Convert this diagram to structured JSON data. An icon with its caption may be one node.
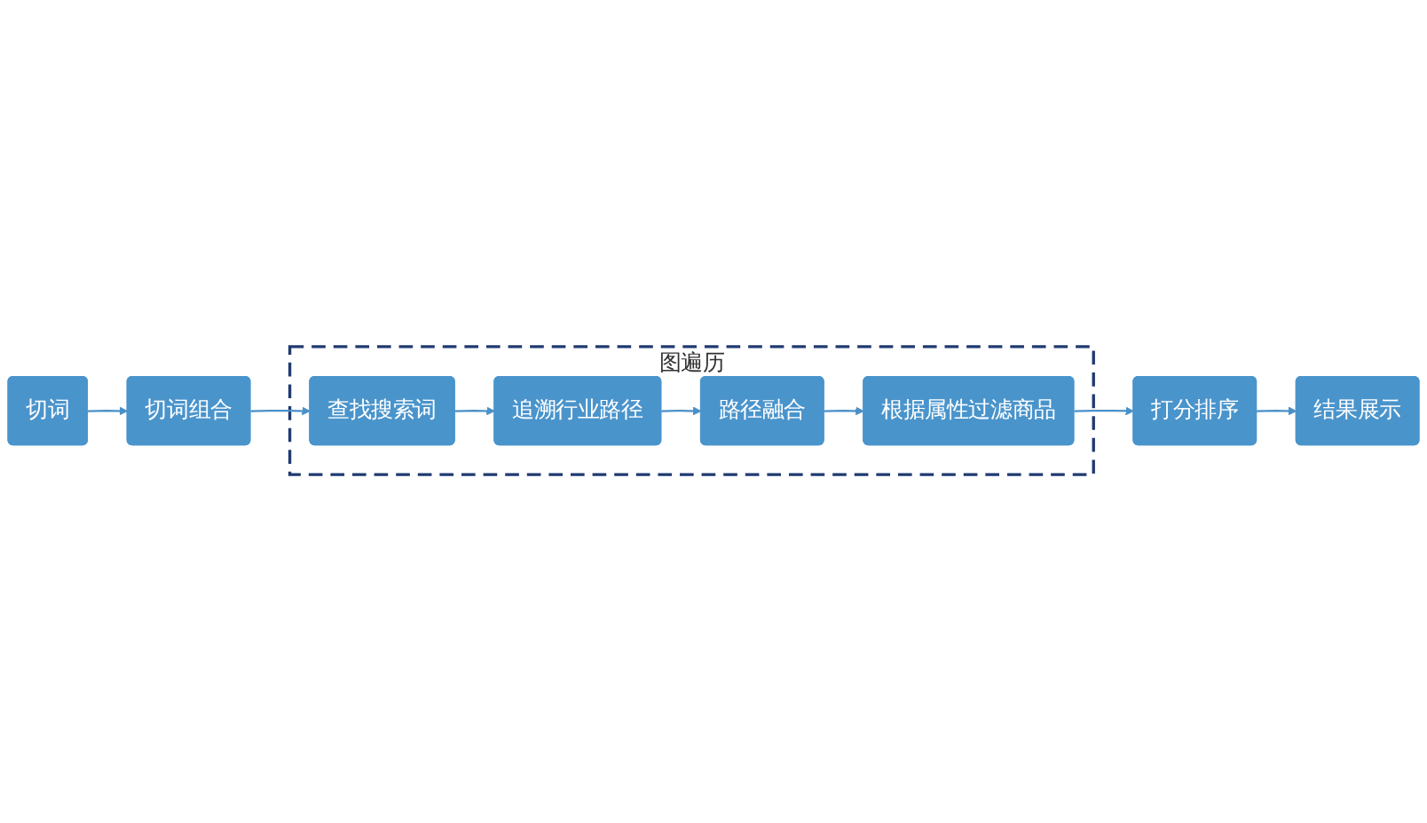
{
  "diagram": {
    "nodes": [
      {
        "text": [
          "切词"
        ]
      },
      {
        "text": [
          "切词组合"
        ]
      },
      {
        "text": [
          "图遍历"
        ]
      },
      {
        "text": [
          "查找搜索词"
        ],
        "in": 2
      },
      {
        "text": [
          "追溯行业路径"
        ],
        "in": 2
      },
      {
        "text": [
          "路径融合"
        ],
        "in": 2
      },
      {
        "text": [
          "根据属性过滤商品"
        ],
        "in": 2
      },
      {
        "text": [
          "打分排序"
        ]
      },
      {
        "text": [
          "结果展示"
        ]
      }
    ],
    "edges": [
      {
        "from": 0,
        "to": 1,
        "arrow": "to"
      },
      {
        "from": 1,
        "to": 3,
        "arrow": "to"
      },
      {
        "from": 3,
        "to": 4,
        "arrow": "to"
      },
      {
        "from": 4,
        "to": 5,
        "arrow": "to"
      },
      {
        "from": 5,
        "to": 6,
        "arrow": "to"
      },
      {
        "from": 6,
        "to": 7,
        "arrow": "to"
      },
      {
        "from": 7,
        "to": 8,
        "arrow": "to"
      }
    ]
  }
}
